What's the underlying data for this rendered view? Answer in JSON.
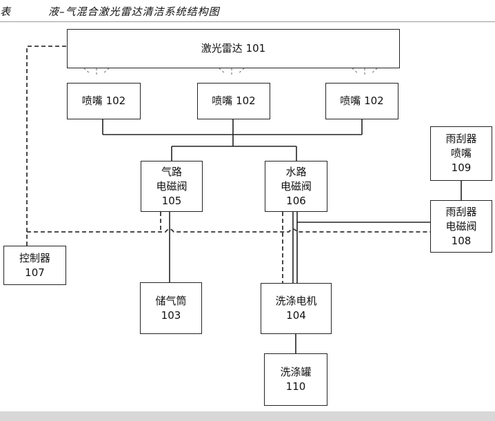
{
  "header": {
    "fig_label": "表",
    "caption": "液–气混合激光雷达清洁系统结构图"
  },
  "components": {
    "lidar": {
      "line1": "激光雷达 101"
    },
    "nozzle_1": {
      "line1": "喷嘴 102"
    },
    "nozzle_2": {
      "line1": "喷嘴 102"
    },
    "nozzle_3": {
      "line1": "喷嘴 102"
    },
    "air_valve": {
      "line1": "气路",
      "line2": "电磁阀",
      "line3": "105"
    },
    "water_valve": {
      "line1": "水路",
      "line2": "电磁阀",
      "line3": "106"
    },
    "wiper_nozzle": {
      "line1": "雨刮器",
      "line2": "喷嘴",
      "line3": "109"
    },
    "wiper_valve": {
      "line1": "雨刮器",
      "line2": "电磁阀",
      "line3": "108"
    },
    "controller": {
      "line1": "控制器",
      "line2": "107"
    },
    "air_tank": {
      "line1": "储气筒",
      "line2": "103"
    },
    "wash_motor": {
      "line1": "洗涤电机",
      "line2": "104"
    },
    "wash_tank": {
      "line1": "洗涤罐",
      "line2": "110"
    }
  }
}
